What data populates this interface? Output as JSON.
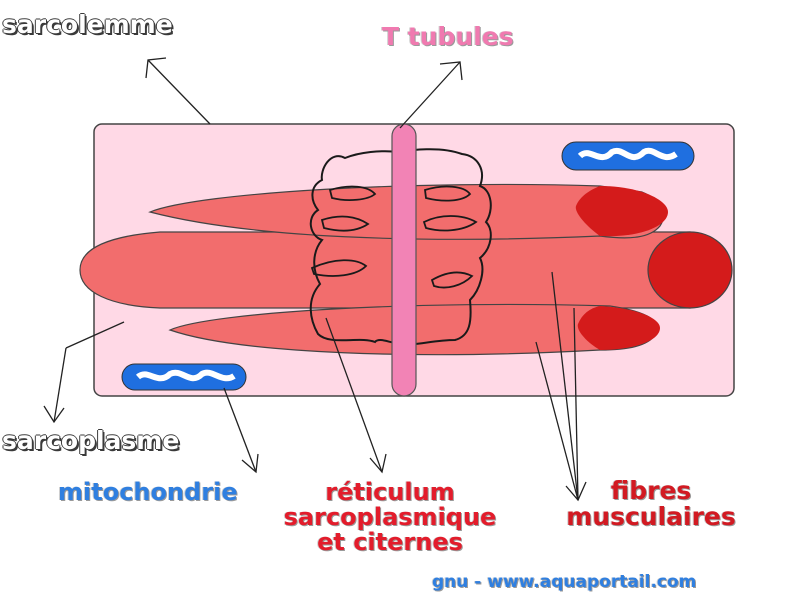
{
  "labels": {
    "sarcolemme": "sarcolemme",
    "t_tubules": "T tubules",
    "sarcoplasme": "sarcoplasme",
    "mitochondrie": "mitochondrie",
    "reticulum": [
      "réticulum",
      "sarcoplasmique",
      "et citernes"
    ],
    "fibres": [
      "fibres",
      "musculaires"
    ],
    "credit": "gnu - www.aquaportail.com"
  },
  "colors": {
    "sarcolemme": "#ffffff",
    "t_tubules": "#f07ab0",
    "sarcoplasme": "#ffffff",
    "mitochondrie": "#2f7fe0",
    "reticulum": "#e31c2b",
    "fibres": "#d21a22",
    "credit": "#2f7fe0",
    "cell_fill": "#ffd9e6",
    "fiber_fill": "#f26d6d",
    "fiber_end": "#d41b1b",
    "tubule_fill": "#f283b5",
    "mito_fill": "#1f6fe0"
  }
}
